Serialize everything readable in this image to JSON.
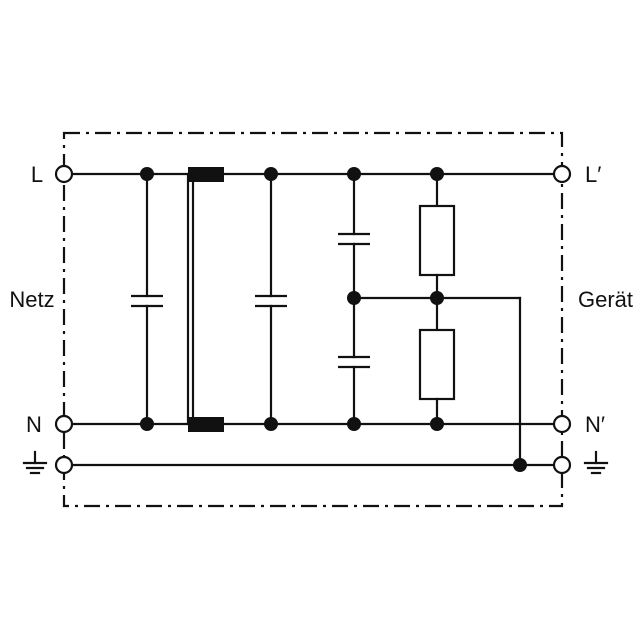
{
  "labels": {
    "line_in": "L",
    "line_out": "L′",
    "neutral_in": "N",
    "neutral_out": "N′",
    "mains_side": "Netz",
    "device_side": "Gerät"
  },
  "icons": {
    "ground_in": "ground-icon",
    "ground_out": "ground-icon"
  }
}
